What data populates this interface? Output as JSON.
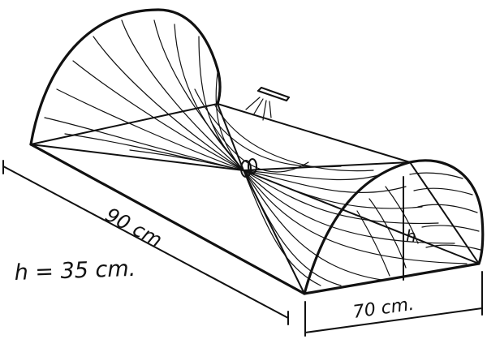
{
  "dimensions": {
    "length": "90 cm",
    "width": "70 cm.",
    "height_note": "h = 35 cm.",
    "height_marker": "h"
  },
  "colors": {
    "ink": "#111111",
    "paper": "#ffffff"
  }
}
